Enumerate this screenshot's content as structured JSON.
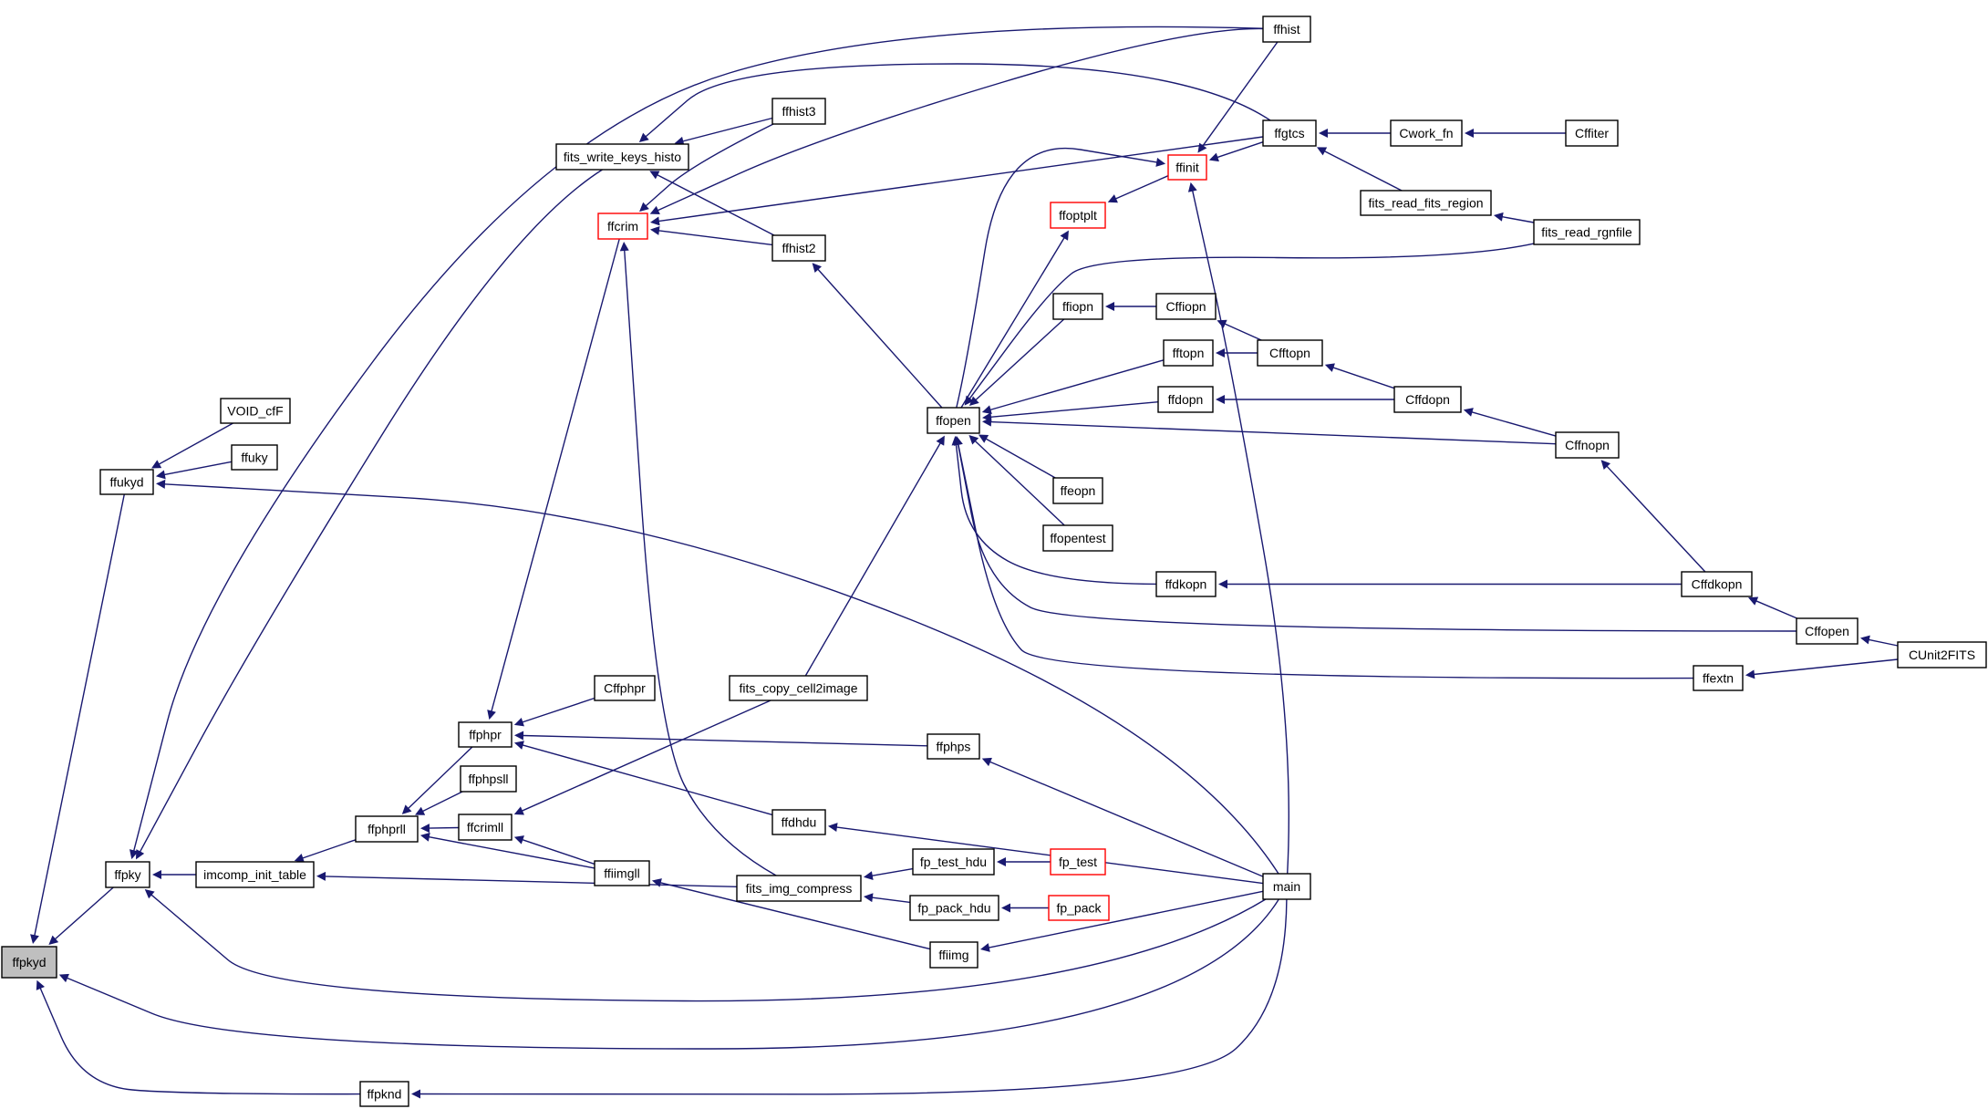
{
  "graph": {
    "nodes": [
      {
        "id": "ffpkyd",
        "label": "ffpkyd",
        "root": true
      },
      {
        "id": "ffukyd",
        "label": "ffukyd"
      },
      {
        "id": "voidcf",
        "label": "VOID_cfF"
      },
      {
        "id": "ffuky",
        "label": "ffuky"
      },
      {
        "id": "ffpky",
        "label": "ffpky"
      },
      {
        "id": "imcomp",
        "label": "imcomp_init_table"
      },
      {
        "id": "ffphprll",
        "label": "ffphprll"
      },
      {
        "id": "ffphpr",
        "label": "ffphpr"
      },
      {
        "id": "cffphpr",
        "label": "Cffphpr"
      },
      {
        "id": "ffphpsll",
        "label": "ffphpsll"
      },
      {
        "id": "ffcrimll",
        "label": "ffcrimll"
      },
      {
        "id": "ffiimgll",
        "label": "ffiimgll"
      },
      {
        "id": "fitswk",
        "label": "fits_write_keys_histo"
      },
      {
        "id": "ffcrim",
        "label": "ffcrim",
        "red": true
      },
      {
        "id": "ffhist3",
        "label": "ffhist3"
      },
      {
        "id": "ffhist2",
        "label": "ffhist2"
      },
      {
        "id": "ffhist",
        "label": "ffhist"
      },
      {
        "id": "ffgtcs",
        "label": "ffgtcs"
      },
      {
        "id": "cworkfn",
        "label": "Cwork_fn"
      },
      {
        "id": "cffiter",
        "label": "Cffiter"
      },
      {
        "id": "ffinit",
        "label": "ffinit",
        "red": true
      },
      {
        "id": "ffoptplt",
        "label": "ffoptplt",
        "red": true
      },
      {
        "id": "fitsrfr",
        "label": "fits_read_fits_region"
      },
      {
        "id": "fitsrrf",
        "label": "fits_read_rgnfile"
      },
      {
        "id": "ffiopn",
        "label": "ffiopn"
      },
      {
        "id": "cffiopn",
        "label": "Cffiopn"
      },
      {
        "id": "fftopn",
        "label": "fftopn"
      },
      {
        "id": "cfftopn",
        "label": "Cfftopn"
      },
      {
        "id": "ffdopn",
        "label": "ffdopn"
      },
      {
        "id": "cffdopn",
        "label": "Cffdopn"
      },
      {
        "id": "ffopen",
        "label": "ffopen"
      },
      {
        "id": "cffnopn",
        "label": "Cffnopn"
      },
      {
        "id": "ffeopn",
        "label": "ffeopn"
      },
      {
        "id": "ffopentest",
        "label": "ffopentest"
      },
      {
        "id": "ffdkopn",
        "label": "ffdkopn"
      },
      {
        "id": "cffdkopn",
        "label": "Cffdkopn"
      },
      {
        "id": "cffopen",
        "label": "Cffopen"
      },
      {
        "id": "cunit",
        "label": "CUnit2FITS"
      },
      {
        "id": "ffextn",
        "label": "ffextn"
      },
      {
        "id": "fitscopy",
        "label": "fits_copy_cell2image"
      },
      {
        "id": "ffphps",
        "label": "ffphps"
      },
      {
        "id": "ffdhdu",
        "label": "ffdhdu"
      },
      {
        "id": "fitsimg",
        "label": "fits_img_compress"
      },
      {
        "id": "fptesthdu",
        "label": "fp_test_hdu"
      },
      {
        "id": "fptest",
        "label": "fp_test",
        "red": true
      },
      {
        "id": "fppackhdu",
        "label": "fp_pack_hdu"
      },
      {
        "id": "fppack",
        "label": "fp_pack",
        "red": true
      },
      {
        "id": "ffiimg",
        "label": "ffiimg"
      },
      {
        "id": "main",
        "label": "main"
      },
      {
        "id": "ffpknd",
        "label": "ffpknd"
      }
    ]
  }
}
